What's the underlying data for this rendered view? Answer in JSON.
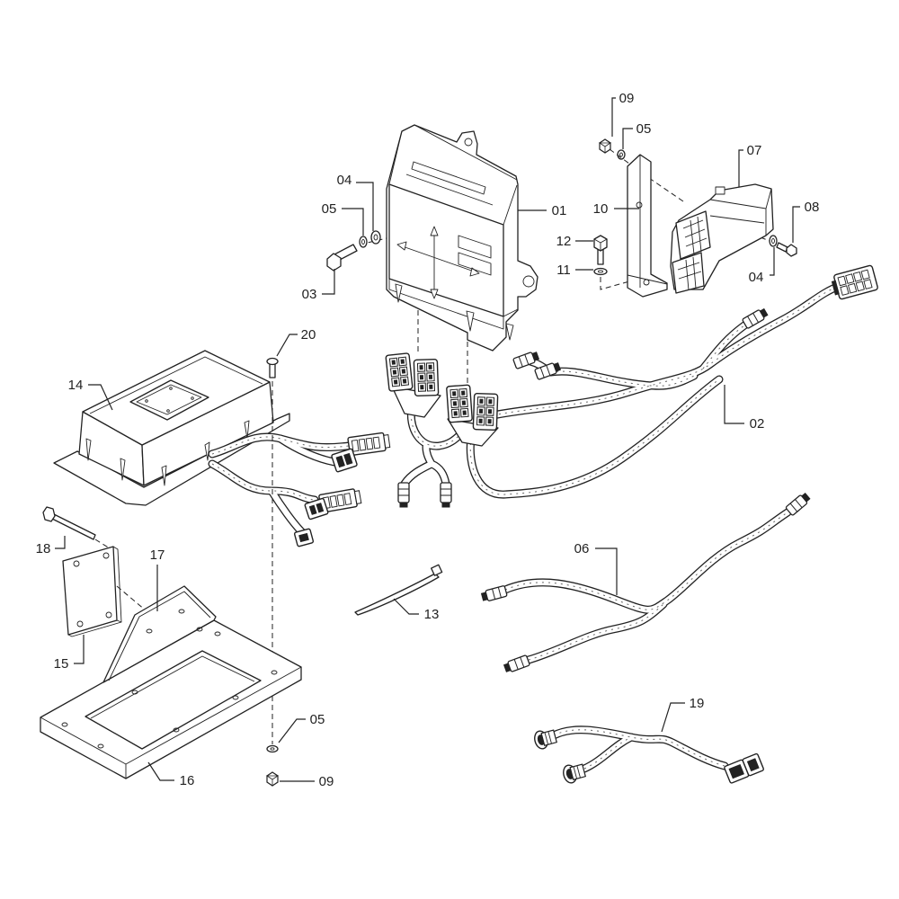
{
  "figure": {
    "background": "#ffffff",
    "line_color": "#222222"
  },
  "callouts": [
    "09",
    "05",
    "07",
    "04",
    "05",
    "01",
    "10",
    "08",
    "12",
    "11",
    "04",
    "03",
    "20",
    "14",
    "02",
    "18",
    "17",
    "06",
    "13",
    "15",
    "19",
    "05",
    "16",
    "09"
  ]
}
